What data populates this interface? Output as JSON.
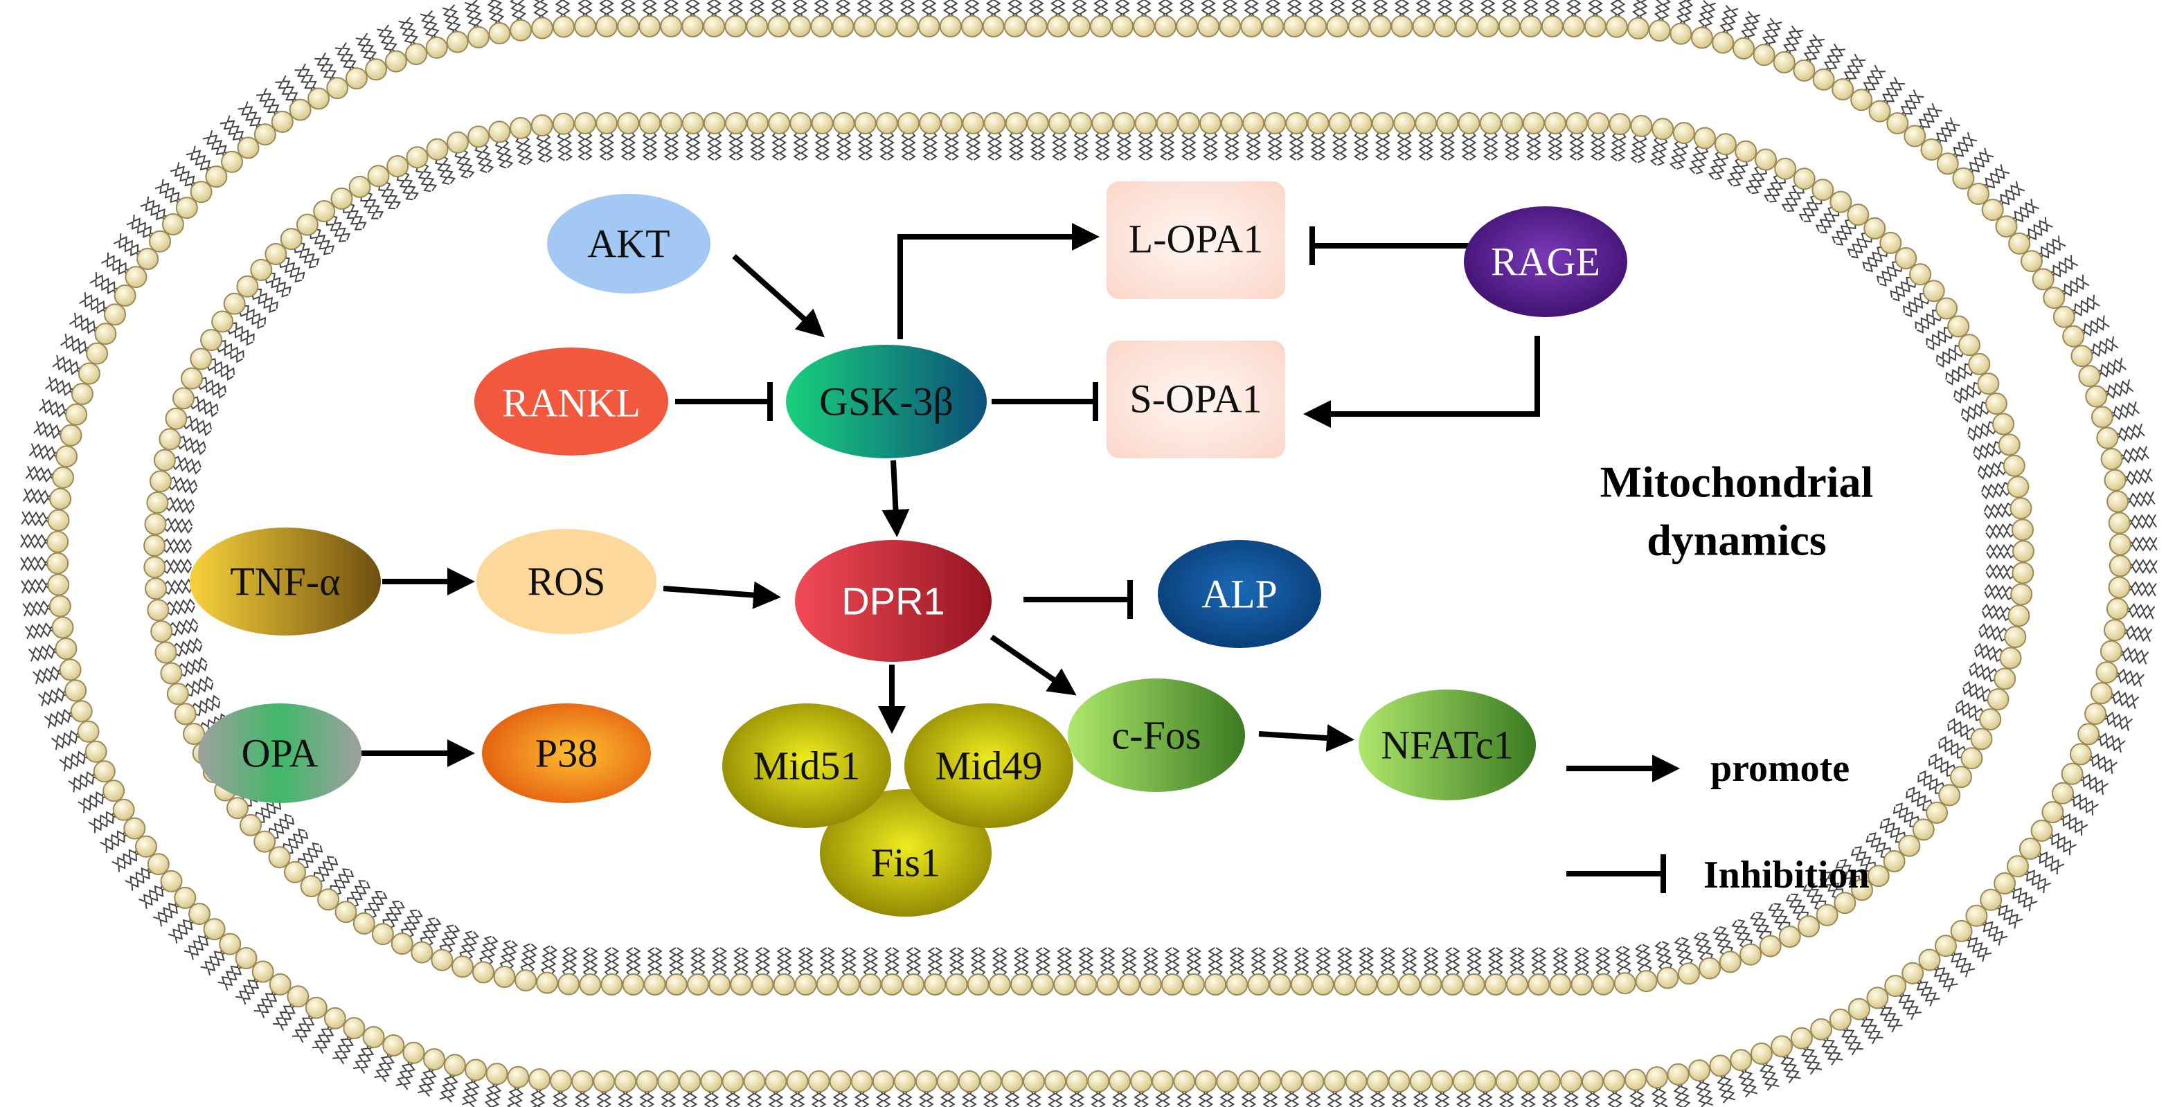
{
  "nodes": {
    "akt": {
      "label": "AKT",
      "fill": "#a4c8f4"
    },
    "rankl": {
      "label": "RANKL",
      "fill": "#f2583e"
    },
    "gsk3b": {
      "label": "GSK-3β",
      "fill_from": "#1cc77a",
      "fill_to": "#0d5a7a"
    },
    "lopa1": {
      "label": "L-OPA1",
      "fill": "#fde6df"
    },
    "sopa1": {
      "label": "S-OPA1",
      "fill": "#fde6df"
    },
    "rage": {
      "label": "RAGE",
      "fill": "#5a1f8f"
    },
    "tnfa": {
      "label": "TNF-α",
      "fill_from": "#f6cd3a",
      "fill_to": "#7a5a10"
    },
    "ros": {
      "label": "ROS",
      "fill": "#fcd89a"
    },
    "dpr1": {
      "label": "DPR1",
      "fill_from": "#f04a55",
      "fill_to": "#9a1520"
    },
    "alp": {
      "label": "ALP",
      "fill": "#0d4d8f"
    },
    "opa": {
      "label": "OPA",
      "fill_from": "#3cba6a",
      "fill_to": "#9a9a9a"
    },
    "p38": {
      "label": "P38",
      "fill_from": "#fcb028",
      "fill_to": "#e06010"
    },
    "mid51": {
      "label": "Mid51",
      "fill": "#b8b000"
    },
    "mid49": {
      "label": "Mid49",
      "fill": "#c8c000"
    },
    "fis1": {
      "label": "Fis1",
      "fill": "#c0b800"
    },
    "cfos": {
      "label": "c-Fos",
      "fill_from": "#a8e26a",
      "fill_to": "#3a7a20"
    },
    "nfatc1": {
      "label": "NFATc1",
      "fill_from": "#a8e26a",
      "fill_to": "#3a7a20"
    }
  },
  "title": {
    "line1": "Mitochondrial",
    "line2": "dynamics"
  },
  "legend": {
    "promote": "promote",
    "inhibition": "Inhibition"
  },
  "membrane": {
    "head_color": "#eee2b0",
    "head_stroke": "#9a8a5a",
    "tail_color": "#444444"
  }
}
